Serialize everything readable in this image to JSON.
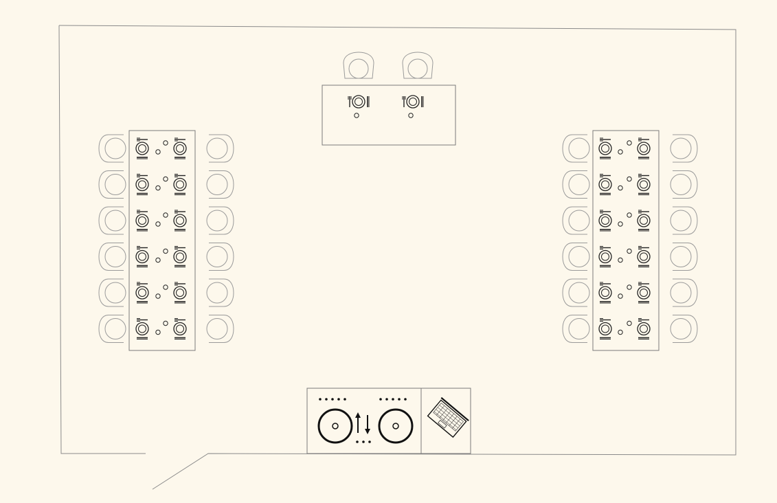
{
  "canvas": {
    "background": "#fdf8ec"
  },
  "colors": {
    "wall": "#8a8a8a",
    "table": "#7a7a7a",
    "chair": "#9a9a9a",
    "setting": "#222222",
    "equipment": "#111111"
  },
  "floorplan": {
    "room": {
      "label": "",
      "entrance_gap": true
    },
    "head_table": {
      "chairs": 2,
      "place_settings": 2
    },
    "banquet_tables": [
      {
        "id": "left",
        "seats_per_side": 6,
        "total_seats": 12
      },
      {
        "id": "right",
        "seats_per_side": 6,
        "total_seats": 12
      }
    ],
    "dj_booth": {
      "equipment": [
        "dj-controller",
        "laptop"
      ]
    }
  }
}
